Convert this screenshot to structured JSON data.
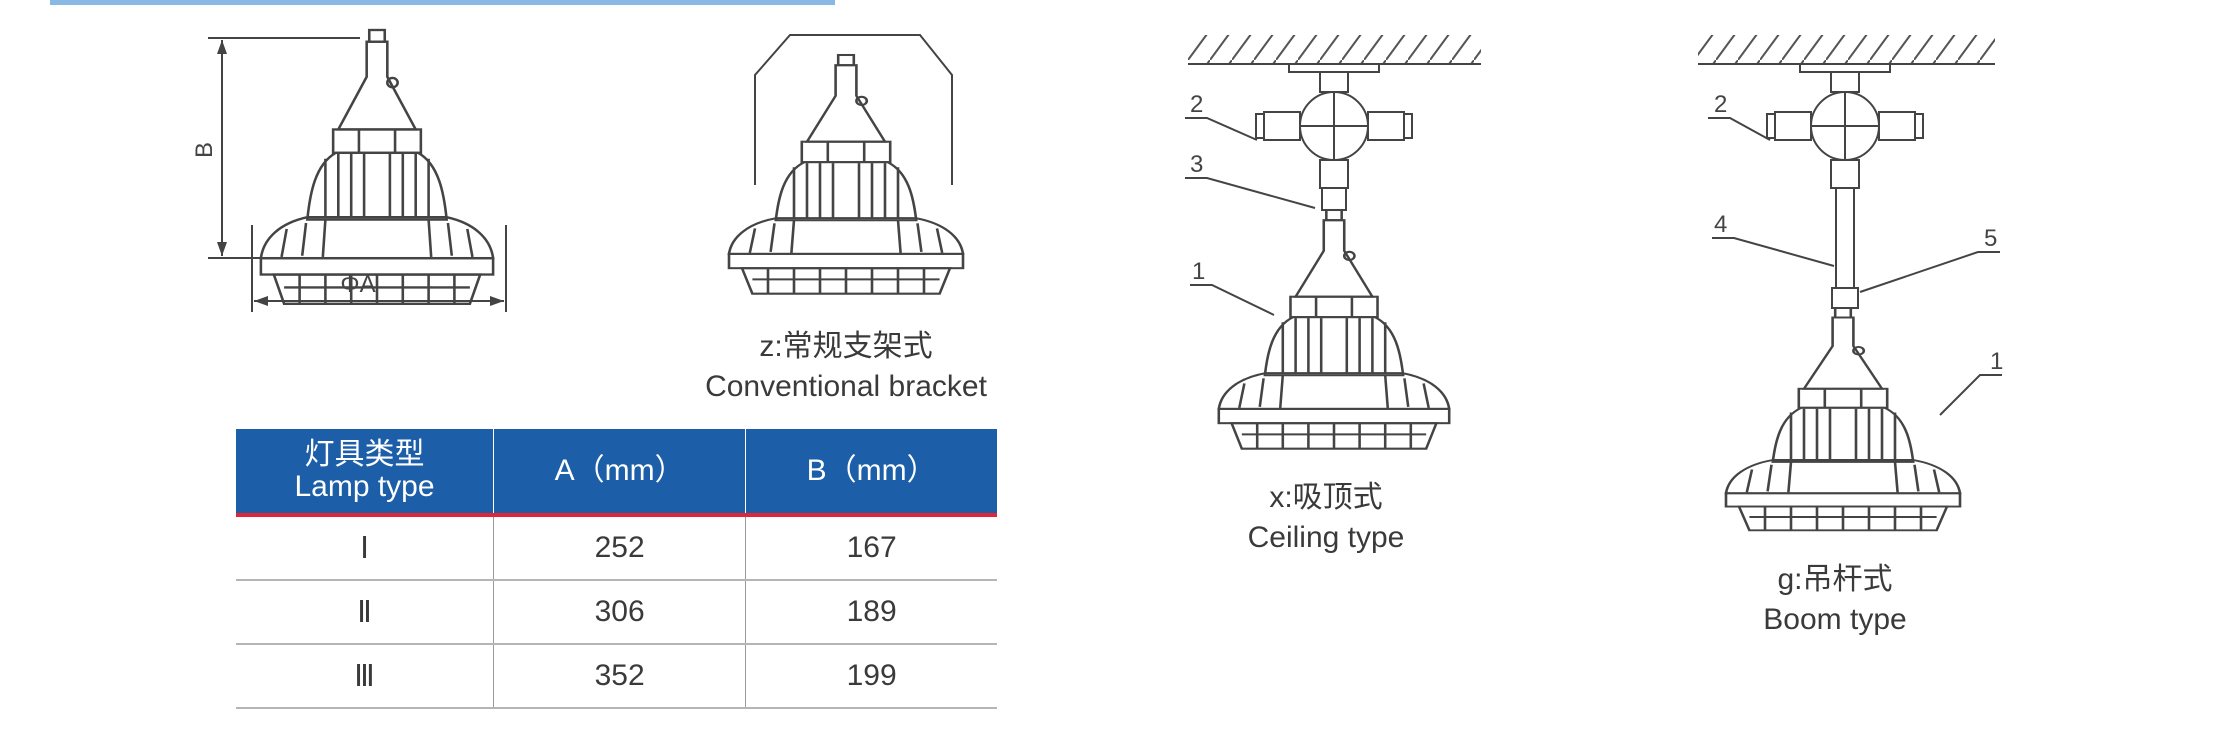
{
  "dimension_labels": {
    "height": "B",
    "diameter": "ΦA"
  },
  "captions": {
    "bracket": {
      "cn": "z:常规支架式",
      "en": "Conventional bracket"
    },
    "ceiling": {
      "cn": "x:吸顶式",
      "en": "Ceiling type"
    },
    "boom": {
      "cn": "g:吊杆式",
      "en": "Boom type"
    }
  },
  "callouts": {
    "ceiling": [
      "2",
      "3",
      "1"
    ],
    "boom": [
      "2",
      "4",
      "5",
      "1"
    ]
  },
  "table": {
    "headers": {
      "type_cn": "灯具类型",
      "type_en": "Lamp type",
      "a": "A（mm）",
      "b": "B（mm）"
    },
    "rows": [
      {
        "type": "Ⅰ",
        "a": "252",
        "b": "167"
      },
      {
        "type": "Ⅱ",
        "a": "306",
        "b": "189"
      },
      {
        "type": "Ⅲ",
        "a": "352",
        "b": "199"
      }
    ]
  },
  "colors": {
    "header_bg": "#1c5ea8",
    "header_rule": "#e1263a"
  }
}
